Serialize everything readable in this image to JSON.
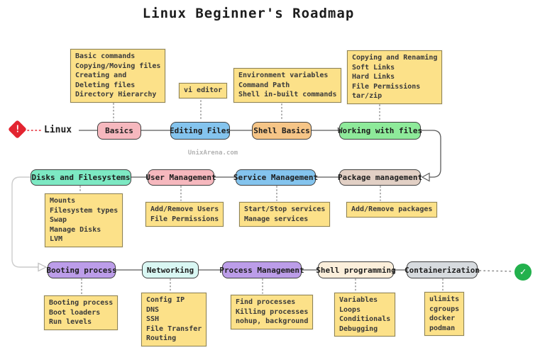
{
  "title": "Linux Beginner's Roadmap",
  "watermark": "UnixArena.com",
  "start_label": "Linux",
  "icons": {
    "start_alert": "!",
    "done_check": "✓"
  },
  "colors": {
    "note_bg": "#fce189",
    "start_red": "#e32430",
    "done_green": "#23b14d"
  },
  "nodes": {
    "basics": {
      "label": "Basics",
      "color": "#f6b8be"
    },
    "editing_files": {
      "label": "Editing Files",
      "color": "#84c4ee"
    },
    "shell_basics": {
      "label": "Shell Basics",
      "color": "#f6c587"
    },
    "working_files": {
      "label": "Working with files",
      "color": "#8eea9a"
    },
    "disks": {
      "label": "Disks and Filesystems",
      "color": "#7de9c3"
    },
    "user_mgmt": {
      "label": "User Management",
      "color": "#f6b8be"
    },
    "service_mgmt": {
      "label": "Service Management",
      "color": "#84c4ee"
    },
    "package_mgmt": {
      "label": "Package management",
      "color": "#e2d0c5"
    },
    "booting": {
      "label": "Booting process",
      "color": "#bc9de9"
    },
    "networking": {
      "label": "Networking",
      "color": "#d9f7f3"
    },
    "process_mgmt": {
      "label": "Process Management",
      "color": "#bc9de9"
    },
    "shell_prog": {
      "label": "Shell programming",
      "color": "#fcefdb"
    },
    "container": {
      "label": "Containerization",
      "color": "#d7dbdf"
    }
  },
  "notes": {
    "basics": "Basic commands\nCopying/Moving files\nCreating and\nDeleting files\nDirectory Hierarchy",
    "editing_files": "vi editor",
    "shell_basics": "Environment variables\nCommand Path\nShell in-built commands",
    "working_files": "Copying and Renaming\nSoft Links\nHard Links\nFile Permissions\ntar/zip",
    "disks": "Mounts\nFilesystem types\nSwap\nManage Disks\nLVM",
    "user_mgmt": "Add/Remove Users\nFile Permissions",
    "service_mgmt": "Start/Stop services\nManage services",
    "package_mgmt": "Add/Remove packages",
    "booting": "Booting process\nBoot loaders\nRun levels",
    "networking": "Config IP\nDNS\nSSH\nFile Transfer\nRouting",
    "process_mgmt": "Find processes\nKilling processes\nnohup, background",
    "shell_prog": "Variables\nLoops\nConditionals\nDebugging",
    "container": "ulimits\ncgroups\ndocker\npodman"
  }
}
